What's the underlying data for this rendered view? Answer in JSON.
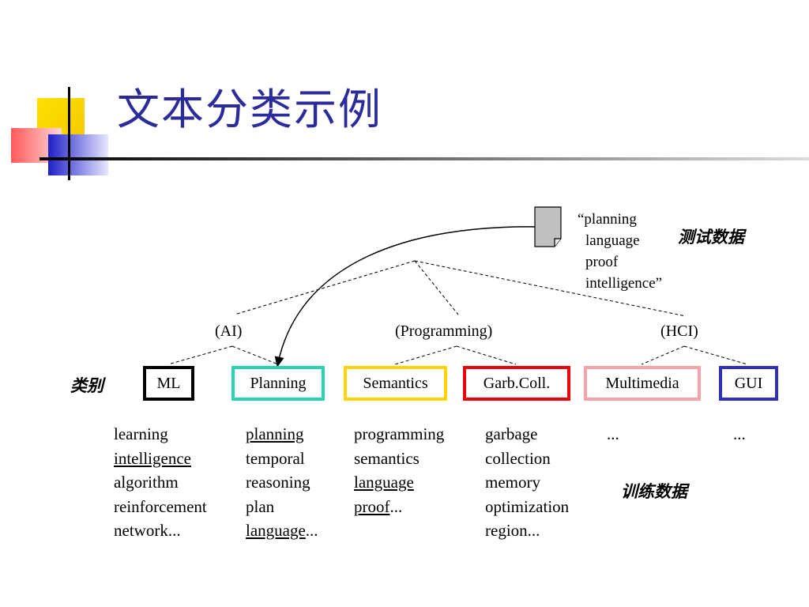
{
  "title": "文本分类示例",
  "test_data_label": "测试数据",
  "category_label": "类别",
  "training_data_label": "训练数据",
  "test_document": {
    "line1": "“planning",
    "line2": "language",
    "line3": "proof",
    "line4": "intelligence”"
  },
  "parent_categories": {
    "ai": "(AI)",
    "programming": "(Programming)",
    "hci": "(HCI)"
  },
  "categories": {
    "ml": "ML",
    "planning": "Planning",
    "semantics": "Semantics",
    "garbcoll": "Garb.Coll.",
    "multimedia": "Multimedia",
    "gui": "GUI"
  },
  "box_colors": {
    "ml": "#000000",
    "planning": "#27d3b0",
    "semantics": "#ffd400",
    "garbcoll": "#e8000b",
    "multimedia": "#f5a3a8",
    "gui": "#2f2fb8"
  },
  "title_color": "#2b2c9a",
  "training_words": {
    "ml": [
      "learning",
      "intelligence",
      "algorithm",
      "reinforcement",
      "network..."
    ],
    "planning": [
      "planning",
      "temporal",
      "reasoning",
      "plan",
      "language",
      "..."
    ],
    "semantics": [
      "programming",
      "semantics",
      "language",
      "proof",
      "..."
    ],
    "garbcoll": [
      "garbage",
      "collection",
      "memory",
      "optimization",
      "region..."
    ],
    "multimedia": "...",
    "gui": "..."
  }
}
